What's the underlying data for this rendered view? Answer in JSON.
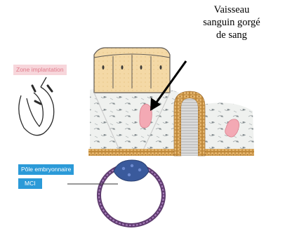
{
  "annotation": {
    "line1": "Vaisseau",
    "line2": "sanguin gorgé",
    "line3": "de sang"
  },
  "labels": {
    "zone_implantation": "Zone implantation",
    "pole_embryonnaire": "Pôle embryonnaire",
    "mci": "MCI"
  },
  "colors": {
    "tag_pink_bg": "#f7d6db",
    "tag_pink_text": "#e07a8a",
    "tag_blue_bg": "#2b9ad8",
    "epithelium": "#c08a3c",
    "blood_vessel": "#f3a9b4",
    "blastocyst": "#7a4e8c",
    "mci_mass": "#3a5a9c"
  }
}
